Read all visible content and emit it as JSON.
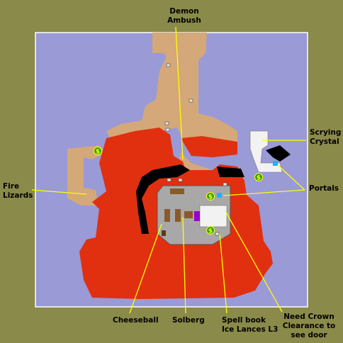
{
  "map": {
    "colors": {
      "background": "#8a8a4a",
      "void": "#9a9ad6",
      "floor": "#d4a878",
      "lava": "#e03010",
      "rock": "#000000",
      "stone": "#a8a8a8",
      "marble": "#f2f2f2",
      "callout_line": "#ffff00",
      "gold_marker": "#2e9a1a"
    }
  },
  "labels": {
    "demon_ambush": "Demon\nAmbush",
    "scrying_crystal": "Scrying\nCrystal",
    "fire_lizards": "Fire\nLizards",
    "portals": "Portals",
    "cheeseball": "Cheeseball",
    "solberg": "Solberg",
    "spell_book": "Spell book\nIce Lances L3",
    "need_crown": "Need Crown\nClearance to\nsee door"
  },
  "markers": {
    "gold_symbol": "$"
  }
}
